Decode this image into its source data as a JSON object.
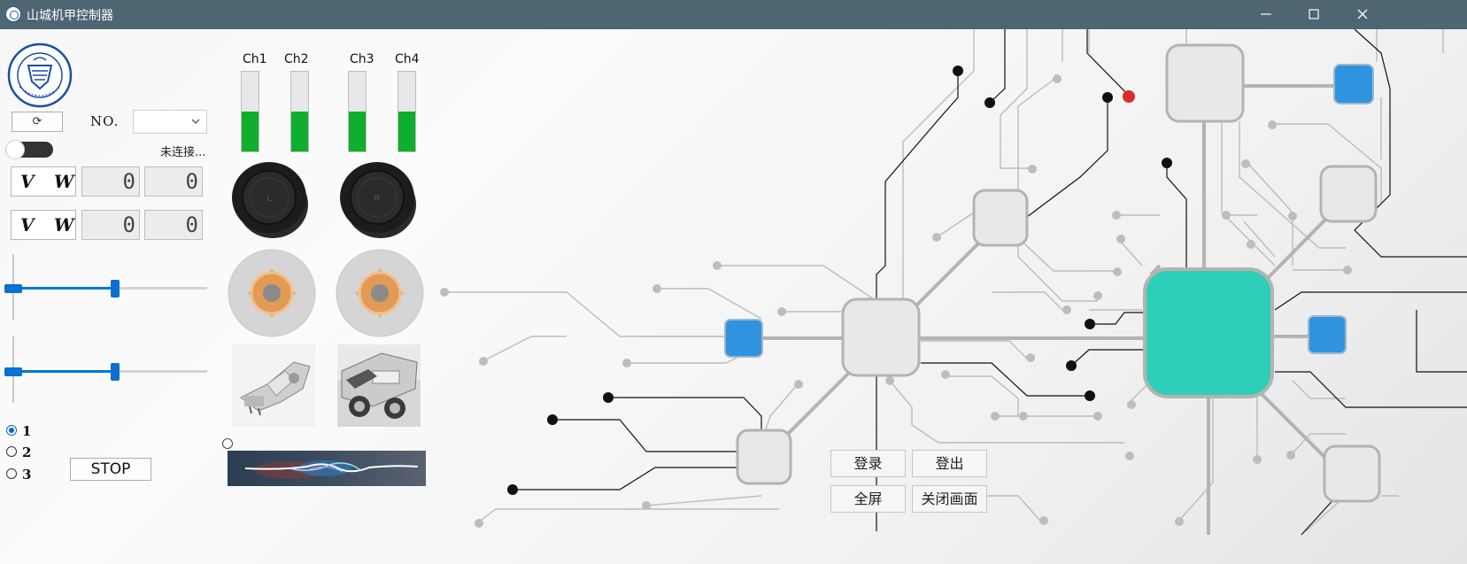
{
  "window": {
    "title": "山城机甲控制器"
  },
  "left": {
    "refresh_label": "⟳",
    "no_label": "NO.",
    "no_value": "",
    "status": "未连接...",
    "vw_rows": [
      {
        "v_label": "V",
        "w_label": "W",
        "v_value": "0",
        "w_value": "0"
      },
      {
        "v_label": "V",
        "w_label": "W",
        "v_value": "0",
        "w_value": "0"
      }
    ],
    "sliders": [
      {
        "value_fraction": 0.54
      },
      {
        "value_fraction": 0.54
      }
    ],
    "modes": [
      "1",
      "2",
      "3"
    ],
    "selected_mode": "1",
    "stop_label": "STOP"
  },
  "channels": [
    {
      "label": "Ch1",
      "level": 0.5
    },
    {
      "label": "Ch2",
      "level": 0.5
    },
    {
      "label": "Ch3",
      "level": 0.5
    },
    {
      "label": "Ch4",
      "level": 0.5
    }
  ],
  "sticks": {
    "left_letter": "L",
    "right_letter": "R"
  },
  "actions": {
    "login": "登录",
    "logout": "登出",
    "fullscreen": "全屏",
    "close_screen": "关闭画面"
  },
  "colors": {
    "titlebar": "#4e6572",
    "accent_blue": "#0a6fd1",
    "channel_green": "#0fae2e",
    "hub_teal": "#2ecfb8",
    "node_blue": "#2f93e0",
    "dot_red": "#e02a2a"
  }
}
